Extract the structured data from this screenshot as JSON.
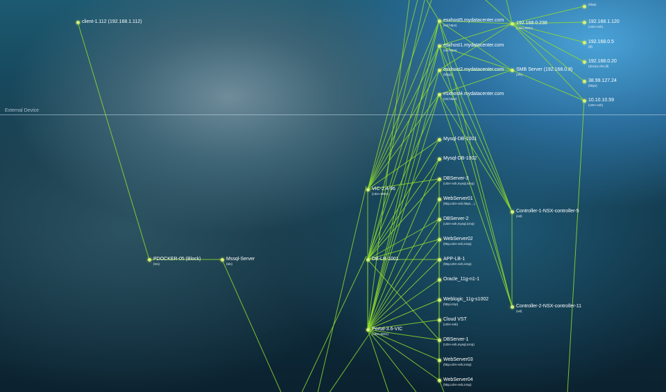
{
  "zone_label": "External Device",
  "nodes": [
    {
      "id": "client",
      "name": "client-1.112 (192.168.1.112)",
      "proto": ""
    },
    {
      "id": "pdocker",
      "name": "PDOCKER-05 (Block)",
      "proto": "(tns)"
    },
    {
      "id": "mssql",
      "name": "Mssql-Server",
      "proto": "(tds)"
    },
    {
      "id": "vic",
      "name": "VIC-2.4-96",
      "proto": "(UDA-9001)"
    },
    {
      "id": "dblb",
      "name": "DB-LB-1001",
      "proto": ""
    },
    {
      "id": "portal",
      "name": "Portal-3.6-VIC",
      "proto": "(UDA-9001)"
    },
    {
      "id": "esx5",
      "name": "esxhost5.mydatacenter.com",
      "proto": "(ssl,https)"
    },
    {
      "id": "esx1",
      "name": "esxhost1.mydatacenter.com",
      "proto": "(ssl,https)"
    },
    {
      "id": "esx2",
      "name": "esxhost2.mydatacenter.com",
      "proto": "(https)"
    },
    {
      "id": "esx4",
      "name": "esxhost4.mydatacenter.com",
      "proto": "(ssl,https)"
    },
    {
      "id": "mysql1",
      "name": "Mysql-DB-1001",
      "proto": ""
    },
    {
      "id": "mysql2",
      "name": "Mysql-DB-1002",
      "proto": ""
    },
    {
      "id": "dbs3",
      "name": "DBServer-3",
      "proto": "(UDA-ssh,mysql,icmp)"
    },
    {
      "id": "web01",
      "name": "WebServer01",
      "proto": "(http,UDA-ssh,https,...)"
    },
    {
      "id": "dbs2",
      "name": "DBServer-2",
      "proto": "(UDA-ssh,mysql,icmp)"
    },
    {
      "id": "web02",
      "name": "WebServer02",
      "proto": "(http,UDA-ssh,icmp)"
    },
    {
      "id": "applb",
      "name": "APP-LB-1",
      "proto": "(http,UDA-ssh,icmp)"
    },
    {
      "id": "oracle",
      "name": "Oracle_11g-n1-1",
      "proto": ""
    },
    {
      "id": "weblogic",
      "name": "Weblogic_11g-s1002",
      "proto": "(http,icmp)"
    },
    {
      "id": "cloudvst",
      "name": "Cloud VST",
      "proto": "(UDA-ssh)"
    },
    {
      "id": "dbs1",
      "name": "DBServer-1",
      "proto": "(UDA-ssh,mysql,icmp)"
    },
    {
      "id": "web03",
      "name": "WebServer03",
      "proto": "(http,UDA-ssh,icmp)"
    },
    {
      "id": "web04",
      "name": "WebServer04",
      "proto": "(http,UDA-ssh,icmp)"
    },
    {
      "id": "ip238",
      "name": "192.168.0.238",
      "proto": "(UDA-9001)"
    },
    {
      "id": "smb",
      "name": "SMB Server (192.168.0.8)",
      "proto": "(nfs)"
    },
    {
      "id": "ldap",
      "name": "",
      "proto": "(ldap)"
    },
    {
      "id": "ip1120",
      "name": "192.168.1.120",
      "proto": "(UDA-ssh)"
    },
    {
      "id": "ip05",
      "name": "192.168.0.5",
      "proto": "(lll)"
    },
    {
      "id": "ip020",
      "name": "192.168.0.20",
      "proto": "(dcerpc,dns,lll)"
    },
    {
      "id": "ip3899",
      "name": "38.99.127.24",
      "proto": "(https)"
    },
    {
      "id": "ip1010",
      "name": "10.10.10.59",
      "proto": "(UDA-ssh)"
    },
    {
      "id": "ctrl1",
      "name": "Controller-1-NSX-controller-5",
      "proto": "(ssl)"
    },
    {
      "id": "ctrl2",
      "name": "Controller-2-NSX-controller-11",
      "proto": "(ssl)"
    }
  ],
  "colors": {
    "edge": "#8fdc2c",
    "node": "#d6f07a"
  }
}
